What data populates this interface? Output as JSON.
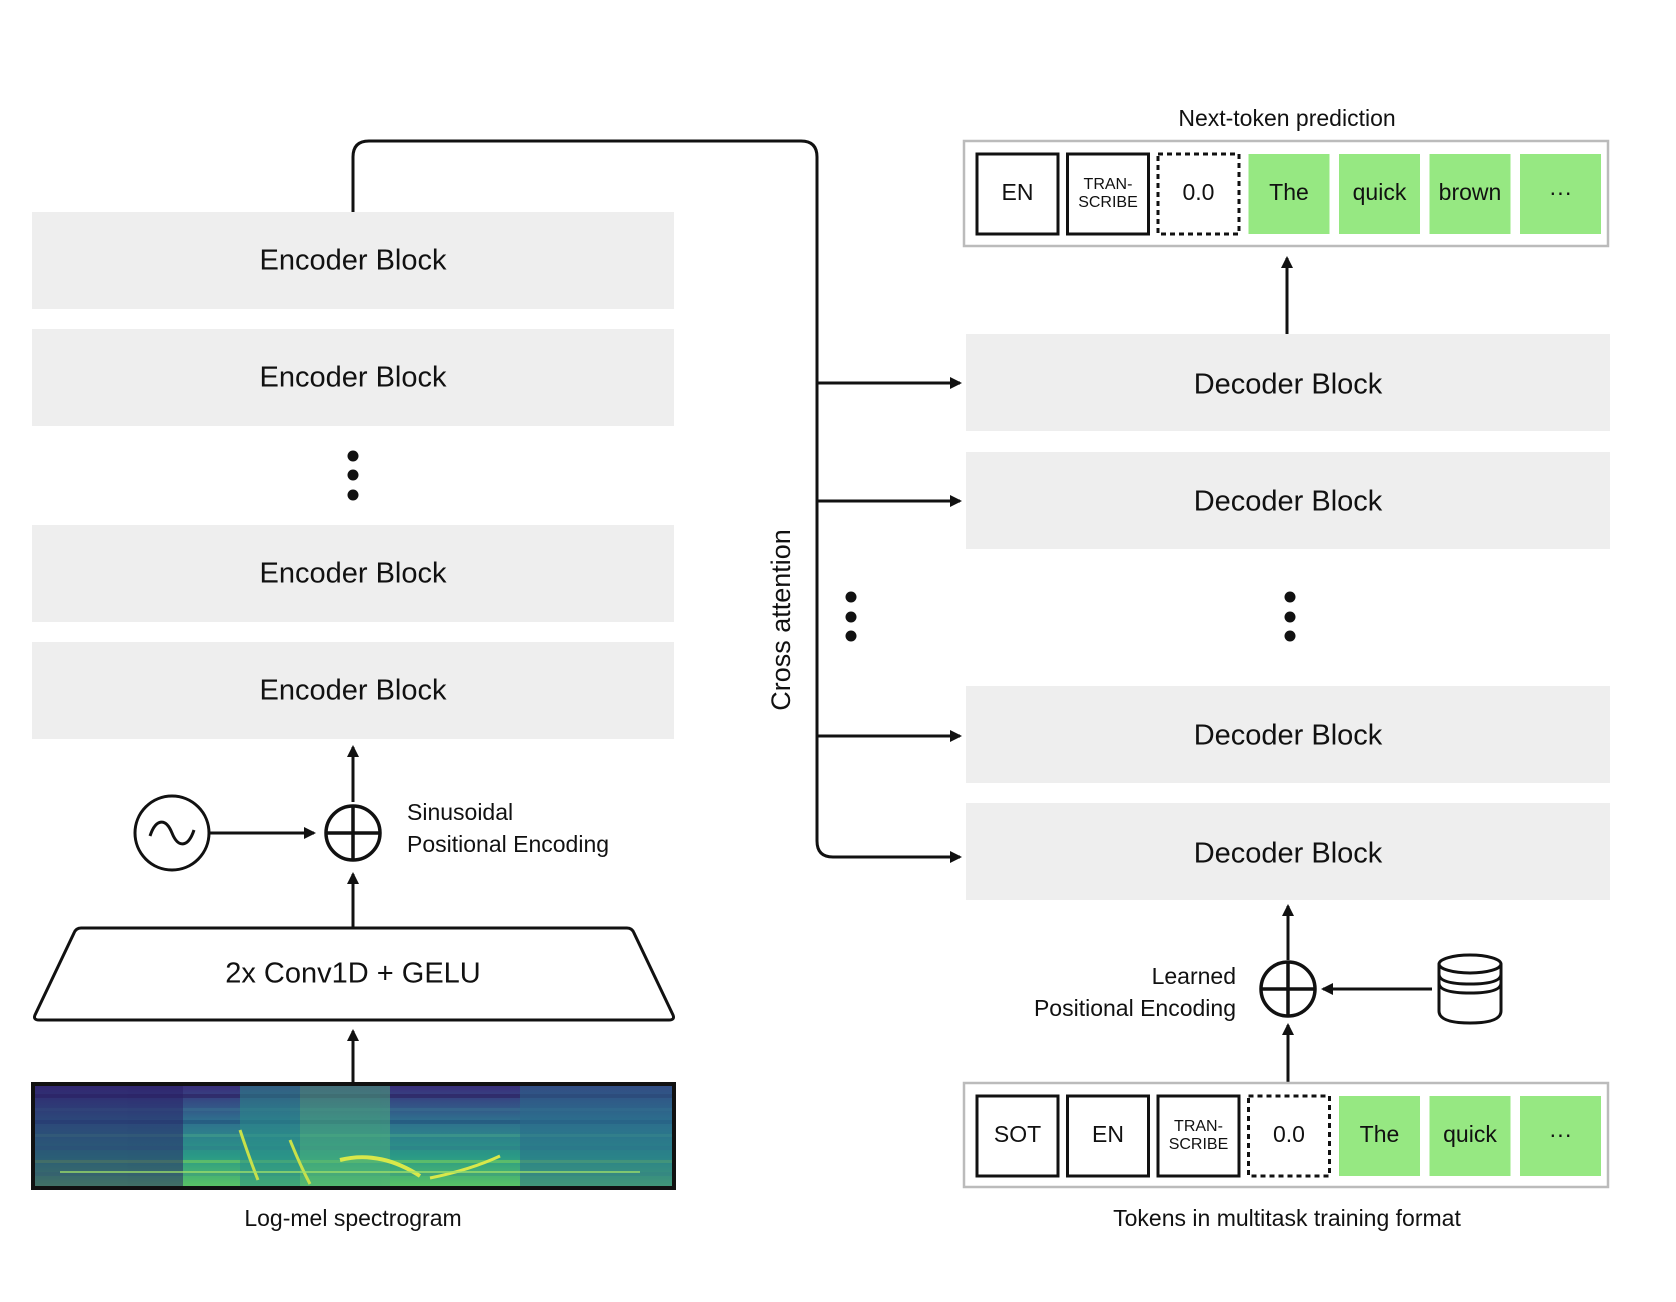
{
  "encoder": {
    "blocks": [
      "Encoder Block",
      "Encoder Block",
      "Encoder Block",
      "Encoder Block"
    ],
    "conv_label": "2x Conv1D + GELU",
    "positional_encoding": [
      "Sinusoidal",
      "Positional Encoding"
    ],
    "spectrogram_caption": "Log-mel spectrogram"
  },
  "cross_attention_label": "Cross attention",
  "decoder": {
    "blocks": [
      "Decoder Block",
      "Decoder Block",
      "Decoder Block",
      "Decoder Block"
    ],
    "positional_encoding": [
      "Learned",
      "Positional Encoding"
    ],
    "output_caption": "Next-token prediction",
    "input_caption": "Tokens in multitask training format"
  },
  "output_tokens": [
    {
      "text": "EN",
      "style": "solid"
    },
    {
      "text": [
        "TRAN-",
        "SCRIBE"
      ],
      "style": "solid"
    },
    {
      "text": "0.0",
      "style": "dashed"
    },
    {
      "text": "The",
      "style": "green"
    },
    {
      "text": "quick",
      "style": "green"
    },
    {
      "text": "brown",
      "style": "green"
    },
    {
      "text": "···",
      "style": "green"
    }
  ],
  "input_tokens": [
    {
      "text": "SOT",
      "style": "solid"
    },
    {
      "text": "EN",
      "style": "solid"
    },
    {
      "text": [
        "TRAN-",
        "SCRIBE"
      ],
      "style": "solid"
    },
    {
      "text": "0.0",
      "style": "dashed"
    },
    {
      "text": "The",
      "style": "green"
    },
    {
      "text": "quick",
      "style": "green"
    },
    {
      "text": "···",
      "style": "green"
    }
  ],
  "colors": {
    "block_fill": "#eeeeee",
    "token_green": "#96e882",
    "line": "#111111"
  }
}
